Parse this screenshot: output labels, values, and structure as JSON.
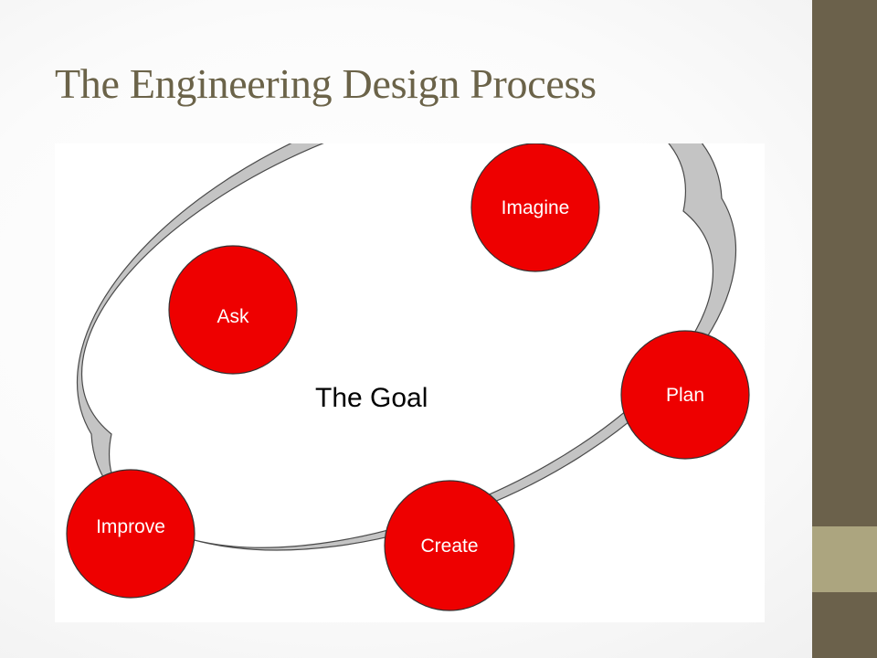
{
  "slide": {
    "title": "The Engineering Design Process"
  },
  "diagram": {
    "center_label": "The Goal",
    "steps": [
      {
        "label": "Imagine"
      },
      {
        "label": "Plan"
      },
      {
        "label": "Create"
      },
      {
        "label": "Improve"
      },
      {
        "label": "Ask"
      }
    ]
  },
  "colors": {
    "title": "#6b6349",
    "sidebar": "#6b614b",
    "sidebar_accent": "#aca57f",
    "node_fill": "#ee0000",
    "ring_fill": "#c4c4c4",
    "ring_stroke": "#4a4a4a"
  }
}
